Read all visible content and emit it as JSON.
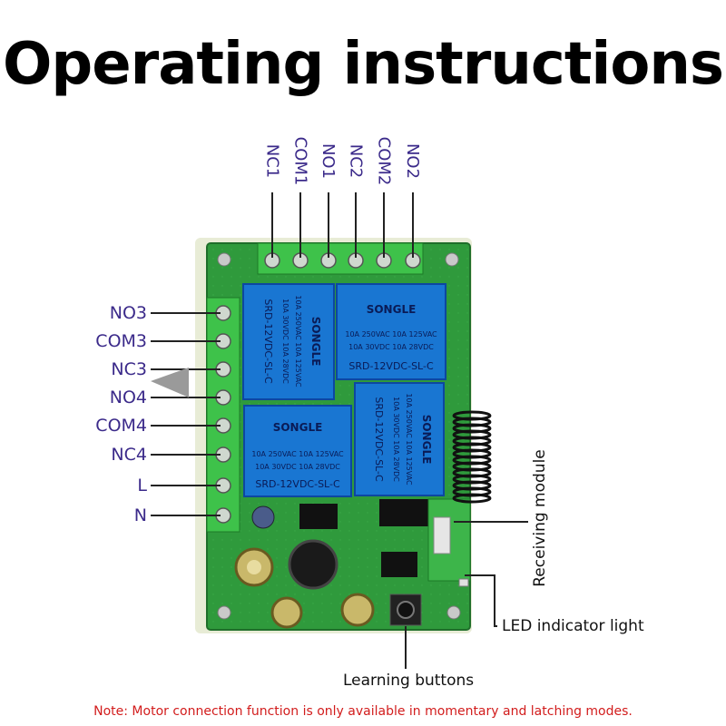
{
  "title": "Operating instructions",
  "top_terminals": [
    "NC1",
    "COM1",
    "NO1",
    "NC2",
    "COM2",
    "NO2"
  ],
  "left_terminals": [
    "NO3",
    "COM3",
    "NC3",
    "NO4",
    "COM4",
    "NC4",
    "L",
    "N"
  ],
  "callouts": {
    "receiving_module": "Receiving module",
    "led_indicator": "LED indicator light",
    "learning_buttons": "Learning buttons"
  },
  "relay": {
    "brand": "SONGLE",
    "model": "SRD-12VDC-SL-C",
    "rating_line1": "10A 250VAC  10A 125VAC",
    "rating_line2": "10A 30VDC  10A 28VDC"
  },
  "note": "Note: Motor connection function is only available in momentary and latching modes.",
  "colors": {
    "label": "#3b2a8a",
    "board": "#2f9a3c",
    "board_dark": "#1f6e2a",
    "terminal": "#3ec24a",
    "relay": "#1976d2",
    "note": "#d21c1c"
  }
}
